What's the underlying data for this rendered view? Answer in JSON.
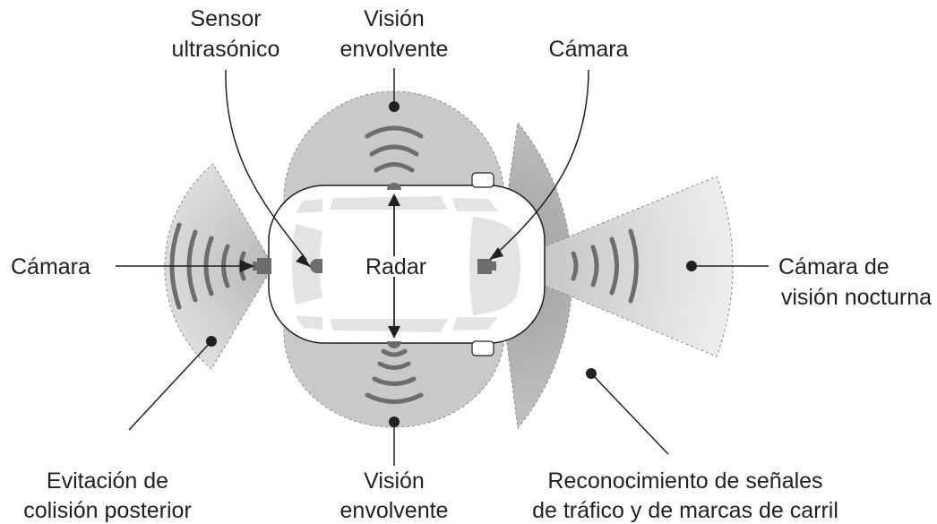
{
  "labels": {
    "sensor_ultrasonico": [
      "Sensor",
      "ultrasónico"
    ],
    "vision_top": [
      "Visión",
      "envolvente"
    ],
    "camara_top": "Cámara",
    "camara_left": "Cámara",
    "radar": "Radar",
    "night_vision": [
      "Cámara de",
      "visión nocturna"
    ],
    "rear_collision": [
      "Evitación de",
      "colisión posterior"
    ],
    "vision_bottom": [
      "Visión",
      "envolvente"
    ],
    "traffic_signs": [
      "Reconocimiento de señales",
      "de tráfico y de marcas de carril"
    ]
  },
  "colors": {
    "zone_fill": "#c8c8c8",
    "zone_dark": "#a9a9a9",
    "wave": "#6d6d6d",
    "line": "#231f20",
    "car_body": "#ffffff",
    "car_glass": "#e3e3e3"
  }
}
